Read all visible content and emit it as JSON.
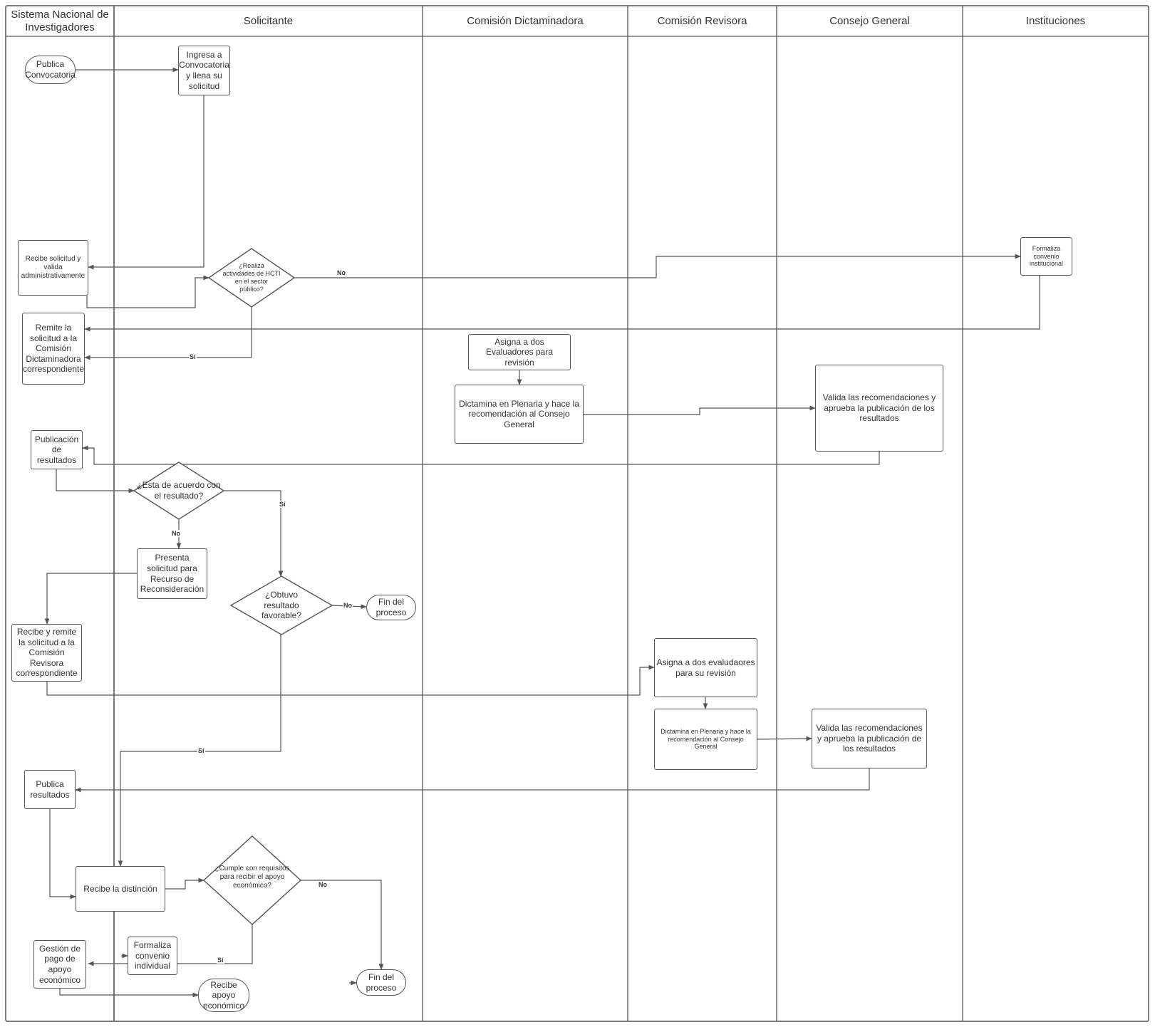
{
  "lanes": [
    {
      "id": "sni",
      "title": "Sistema Nacional de Investigadores"
    },
    {
      "id": "solicitante",
      "title": "Solicitante"
    },
    {
      "id": "dictaminadora",
      "title": "Comisión Dictaminadora"
    },
    {
      "id": "revisora",
      "title": "Comisión Revisora"
    },
    {
      "id": "consejo",
      "title": "Consejo General"
    },
    {
      "id": "instituciones",
      "title": "Instituciones"
    }
  ],
  "nodes": {
    "publica_convocatoria": {
      "type": "terminator",
      "lane": "sni",
      "label": "Publica Convocatoria"
    },
    "ingresa_convocatoria": {
      "type": "process",
      "lane": "solicitante",
      "label": "Ingresa a Convocatoria y llena su solicitud"
    },
    "recibe_solicitud": {
      "type": "process",
      "lane": "sni",
      "label": "Recibe solicitud y valida administrativamente"
    },
    "realiza_hcti": {
      "type": "decision",
      "lane": "solicitante",
      "label": "¿Realiza actividades de HCTI en el sector público?"
    },
    "formaliza_institucional": {
      "type": "process",
      "lane": "instituciones",
      "label": "Formaliza convenio institucional"
    },
    "remite_dictaminadora": {
      "type": "process",
      "lane": "sni",
      "label": "Remite la solicitud a la Comisión Dictaminadora correspondiente"
    },
    "asigna_evaluadores_1": {
      "type": "process",
      "lane": "dictaminadora",
      "label": "Asigna a dos Evaluadores para revisión"
    },
    "dictamina_1": {
      "type": "process",
      "lane": "dictaminadora",
      "label": "Dictamina en Plenaria y hace la recomendación al Consejo General"
    },
    "valida_1": {
      "type": "process",
      "lane": "consejo",
      "label": "Valida las recomendaciones y aprueba la publicación de los resultados"
    },
    "publicacion_resultados": {
      "type": "process",
      "lane": "sni",
      "label": "Publicación de resultados"
    },
    "esta_de_acuerdo": {
      "type": "decision",
      "lane": "solicitante",
      "label": "¿Esta de acuerdo con el resultado?"
    },
    "presenta_recurso": {
      "type": "process",
      "lane": "solicitante",
      "label": "Presenta solicitud para Recurso de Reconsideración"
    },
    "obtuvo_favorable": {
      "type": "decision",
      "lane": "solicitante",
      "label": "¿Obtuvo resultado favorable?"
    },
    "fin_1": {
      "type": "terminator",
      "lane": "solicitante",
      "label": "Fin del proceso"
    },
    "recibe_remite_revisora": {
      "type": "process",
      "lane": "sni",
      "label": "Recibe y remite la solicitud a la Comisión Revisora correspondiente"
    },
    "asigna_evaluadores_2": {
      "type": "process",
      "lane": "revisora",
      "label": "Asigna a dos evaludaores para su revisión"
    },
    "dictamina_2": {
      "type": "process",
      "lane": "revisora",
      "label": "Dictamina en Plenaria y hace la recomendación al Consejo General"
    },
    "valida_2": {
      "type": "process",
      "lane": "consejo",
      "label": "Valida las recomendaciones y aprueba la publicación de los resultados"
    },
    "publica_resultados": {
      "type": "process",
      "lane": "sni",
      "label": "Publica resultados"
    },
    "recibe_distincion": {
      "type": "process",
      "lane": "solicitante",
      "label": "Recibe la distinción"
    },
    "cumple_requisitos": {
      "type": "decision",
      "lane": "solicitante",
      "label": "¿Cumple con requisitos para recibir el apoyo económico?"
    },
    "formaliza_individual": {
      "type": "process",
      "lane": "solicitante",
      "label": "Formaliza convenio individual"
    },
    "gestion_pago": {
      "type": "process",
      "lane": "sni",
      "label": "Gestión de pago de apoyo económico"
    },
    "recibe_apoyo": {
      "type": "terminator",
      "lane": "solicitante",
      "label": "Recibe apoyo económico"
    },
    "fin_2": {
      "type": "terminator",
      "lane": "solicitante",
      "label": "Fin del proceso"
    }
  },
  "edges": [
    {
      "from": "publica_convocatoria",
      "to": "ingresa_convocatoria",
      "label": ""
    },
    {
      "from": "ingresa_convocatoria",
      "to": "recibe_solicitud",
      "label": ""
    },
    {
      "from": "recibe_solicitud",
      "to": "realiza_hcti",
      "label": ""
    },
    {
      "from": "realiza_hcti",
      "to": "formaliza_institucional",
      "label": "No"
    },
    {
      "from": "realiza_hcti",
      "to": "remite_dictaminadora",
      "label": "Sí"
    },
    {
      "from": "formaliza_institucional",
      "to": "remite_dictaminadora",
      "label": ""
    },
    {
      "from": "asigna_evaluadores_1",
      "to": "dictamina_1",
      "label": ""
    },
    {
      "from": "dictamina_1",
      "to": "valida_1",
      "label": ""
    },
    {
      "from": "valida_1",
      "to": "publicacion_resultados",
      "label": ""
    },
    {
      "from": "publicacion_resultados",
      "to": "esta_de_acuerdo",
      "label": ""
    },
    {
      "from": "esta_de_acuerdo",
      "to": "presenta_recurso",
      "label": "No"
    },
    {
      "from": "esta_de_acuerdo",
      "to": "obtuvo_favorable",
      "label": "Sí"
    },
    {
      "from": "obtuvo_favorable",
      "to": "fin_1",
      "label": "No"
    },
    {
      "from": "presenta_recurso",
      "to": "recibe_remite_revisora",
      "label": ""
    },
    {
      "from": "recibe_remite_revisora",
      "to": "asigna_evaluadores_2",
      "label": ""
    },
    {
      "from": "asigna_evaluadores_2",
      "to": "dictamina_2",
      "label": ""
    },
    {
      "from": "dictamina_2",
      "to": "valida_2",
      "label": ""
    },
    {
      "from": "valida_2",
      "to": "publica_resultados",
      "label": ""
    },
    {
      "from": "obtuvo_favorable",
      "to": "recibe_distincion",
      "label": "Sí"
    },
    {
      "from": "publica_resultados",
      "to": "recibe_distincion",
      "label": ""
    },
    {
      "from": "recibe_distincion",
      "to": "cumple_requisitos",
      "label": ""
    },
    {
      "from": "cumple_requisitos",
      "to": "fin_2",
      "label": "No"
    },
    {
      "from": "cumple_requisitos",
      "to": "formaliza_individual",
      "label": "Sí"
    },
    {
      "from": "formaliza_individual",
      "to": "gestion_pago",
      "label": ""
    },
    {
      "from": "gestion_pago",
      "to": "recibe_apoyo",
      "label": ""
    }
  ],
  "edge_labels": {
    "no_hcti": "No",
    "si_hcti": "Sí",
    "no_acuerdo": "No",
    "si_acuerdo": "Sí",
    "no_favorable": "No",
    "si_favorable": "Sí",
    "no_cumple": "No",
    "si_cumple": "Sí"
  },
  "colors": {
    "line": "#555555",
    "text": "#333333",
    "background": "#ffffff"
  }
}
